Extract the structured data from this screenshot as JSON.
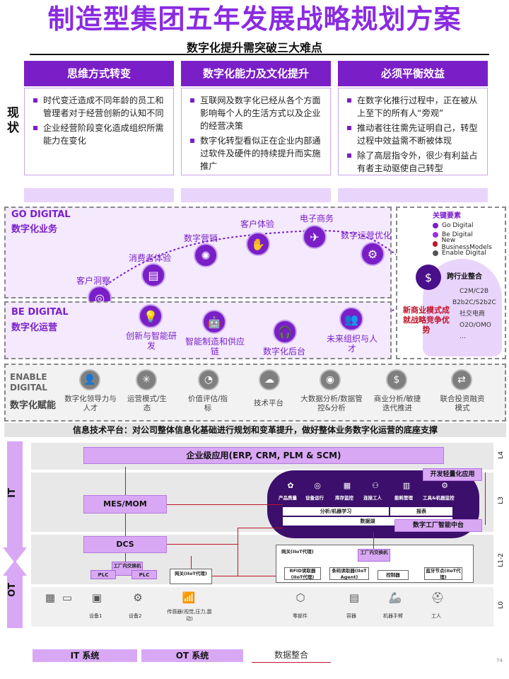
{
  "title": "制造型集团五年发展战略规划方案",
  "subtitle": "数字化提升需突破三大难点",
  "status_label": "现状",
  "columns": [
    {
      "head": "思维方式转变",
      "bullets": [
        "时代变迁造成不同年龄的员工和管理者对于经营创新的认知不同",
        "企业经营阶段变化造成组织所需能力在变化"
      ]
    },
    {
      "head": "数字化能力及文化提升",
      "bullets": [
        "互联网及数字化已经从各个方面影响每个人的生活方式以及企业的经营决策",
        "数字化转型看似正在企业内部通过软件及硬件的持续提升而实施推广"
      ]
    },
    {
      "head": "必须平衡效益",
      "bullets": [
        "在数字化推行过程中，正在被从上至下的所有人“旁观”",
        "推动者往往需先证明自己，转型过程中效益需不断被体现",
        "除了高层指令外，很少有利益占有者主动驱使自己转型"
      ]
    }
  ],
  "go": {
    "title_en": "GO DIGITAL",
    "title_cn": "数字化业务",
    "nodes": [
      "客户洞察",
      "消费者体验",
      "数字营销",
      "客户体验",
      "电子商务",
      "数字运营优化"
    ]
  },
  "be": {
    "title_en": "BE DIGITAL",
    "title_cn": "数字化运营",
    "nodes": [
      "创新与智能研发",
      "智能制造和供应链",
      "数字化后台",
      "未来组织与人才"
    ]
  },
  "legend": {
    "title": "关键要素",
    "items": [
      {
        "label": "Go Digital",
        "color": "#7a1fc8"
      },
      {
        "label": "Be Digital",
        "color": "#9b30e0"
      },
      {
        "label": "New BusinessModels",
        "color": "#c0142a"
      },
      {
        "label": "Enable Digital",
        "color": "#555555"
      }
    ],
    "cross_title": "跨行业整合",
    "cross_items": [
      "C2M/C2B",
      "B2b2C/S2b2C",
      "社交电商",
      "O2O/OMO",
      "…"
    ],
    "new_model": "新商业模式成就战略竞争优势"
  },
  "enable": {
    "title_en": "ENABLE DIGITAL",
    "title_cn": "数字化赋能",
    "items": [
      "数字化领导力与人才",
      "运营模式/生态",
      "价值评估/指标",
      "技术平台",
      "大数据分析/数据管控&分析",
      "商业分析/敏捷迭代推进",
      "联合投资融资模式"
    ]
  },
  "it_platform": "信息技术平台：对公司整体信息化基础进行规划和变革提升，做好整体业务数字化运营的底座支撑",
  "arch": {
    "it_label": "IT",
    "ot_label": "OT",
    "l4": "L4",
    "l3": "L3",
    "l12": "L1-2",
    "l0": "L0",
    "enterprise": "企业级应用(ERP, CRM, PLM & SCM)",
    "light_app": "开发轻量化应用",
    "mes": "MES/MOM",
    "dcs": "DCS",
    "factory_switch": "工厂内交换机",
    "plc1": "PLC",
    "plc2": "PLC",
    "gateway": "网关(IIoT代理)",
    "cloud_items": [
      "产品质量",
      "设备运行",
      "库存监控",
      "连接工人",
      "能耗管理",
      "工具&机器监控"
    ],
    "analytics": "分析/机器学习",
    "report": "报表",
    "datalake": "数据湖",
    "smart_platform": "数字工厂智能中台",
    "iiot_gateway": "网关(IIoT代理)",
    "factory_switch2": "工厂内交换机",
    "rfid": "RFID读取器(IIoT代理)",
    "barcode": "条码读取器(IIoT Agent)",
    "controller": "控制器",
    "bt": "蓝牙节点(IIoT代理)",
    "ot_items": [
      "设备1",
      "设备2",
      "传感器(视觉,压力,震动)",
      "零部件",
      "容器",
      "机器手臂",
      "工人"
    ]
  },
  "footer": {
    "it_sys": "IT 系统",
    "ot_sys": "OT 系统",
    "integration": "数据整合",
    "page": "74"
  }
}
